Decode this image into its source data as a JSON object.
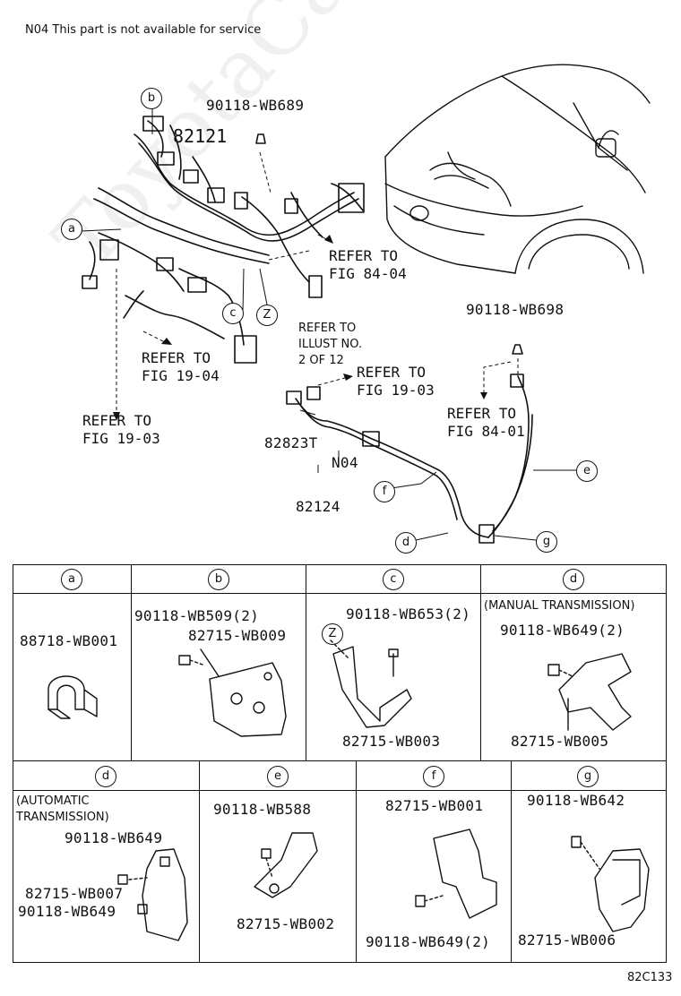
{
  "header_note": "N04 This part is not available for service",
  "diagram_code": "82C133",
  "watermark": "ToyotaCarMiri.ru",
  "main": {
    "callouts": {
      "a": "a",
      "b": "b",
      "c": "c",
      "z": "Z",
      "d": "d",
      "e": "e",
      "f": "f",
      "g": "g"
    },
    "part_82121": "82121",
    "part_90118_WB689": "90118-WB689",
    "part_90118_WB698": "90118-WB698",
    "part_82823T": "82823T",
    "part_N04": "N04",
    "part_82124": "82124",
    "ref_84_04": [
      "REFER TO",
      "FIG 84-04"
    ],
    "ref_illust": [
      "REFER TO",
      "ILLUST NO.",
      "2 OF 12"
    ],
    "ref_19_04": [
      "REFER TO",
      "FIG 19-04"
    ],
    "ref_19_03_left": [
      "REFER TO",
      "FIG 19-03"
    ],
    "ref_19_03_mid": [
      "REFER TO",
      "FIG 19-03"
    ],
    "ref_84_01": [
      "REFER TO",
      "FIG 84-01"
    ]
  },
  "table": {
    "row1": [
      {
        "key": "a",
        "parts": [
          "88718-WB001"
        ]
      },
      {
        "key": "b",
        "parts": [
          "90118-WB509(2)",
          "82715-WB009"
        ]
      },
      {
        "key": "c",
        "z": "Z",
        "parts": [
          "90118-WB653(2)",
          "82715-WB003"
        ]
      },
      {
        "key": "d",
        "note": "(MANUAL TRANSMISSION)",
        "parts": [
          "90118-WB649(2)",
          "82715-WB005"
        ]
      }
    ],
    "row2": [
      {
        "key": "d",
        "note": [
          "(AUTOMATIC",
          "TRANSMISSION)"
        ],
        "parts": [
          "90118-WB649",
          "82715-WB007",
          "90118-WB649"
        ]
      },
      {
        "key": "e",
        "parts": [
          "90118-WB588",
          "82715-WB002"
        ]
      },
      {
        "key": "f",
        "parts": [
          "82715-WB001",
          "90118-WB649(2)"
        ]
      },
      {
        "key": "g",
        "parts": [
          "90118-WB642",
          "82715-WB006"
        ]
      }
    ]
  }
}
